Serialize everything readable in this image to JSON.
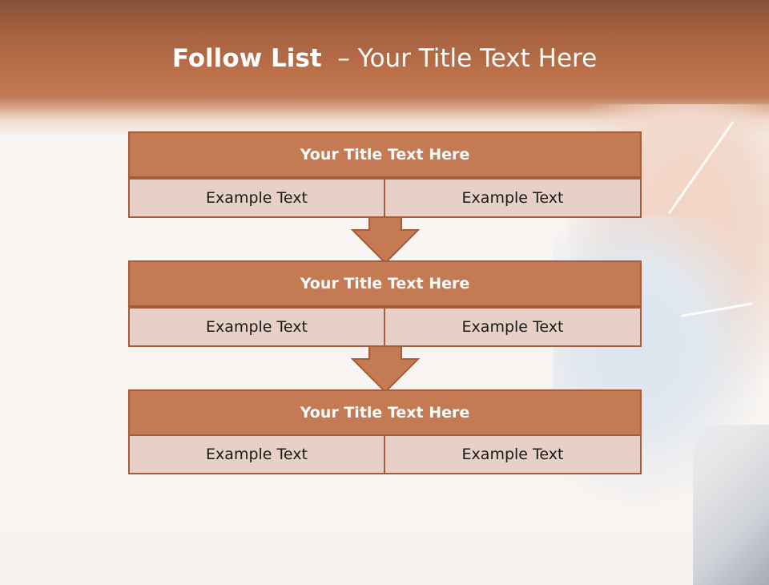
{
  "slide": {
    "title_bold": "Follow List",
    "title_rest": "  – Your Title Text Here"
  },
  "blocks": [
    {
      "title": "Your Title Text Here",
      "left": "Example Text",
      "right": "Example Text"
    },
    {
      "title": "Your Title Text Here",
      "left": "Example Text",
      "right": "Example Text"
    },
    {
      "title": "Your Title Text Here",
      "left": "Example Text",
      "right": "Example Text"
    }
  ],
  "colors": {
    "header": "#bb7049",
    "block_title": "#c47a52",
    "block_cell": "#e7d0c6",
    "border": "#a45c3a"
  },
  "icons": [
    "down-arrow-icon",
    "down-arrow-icon"
  ]
}
